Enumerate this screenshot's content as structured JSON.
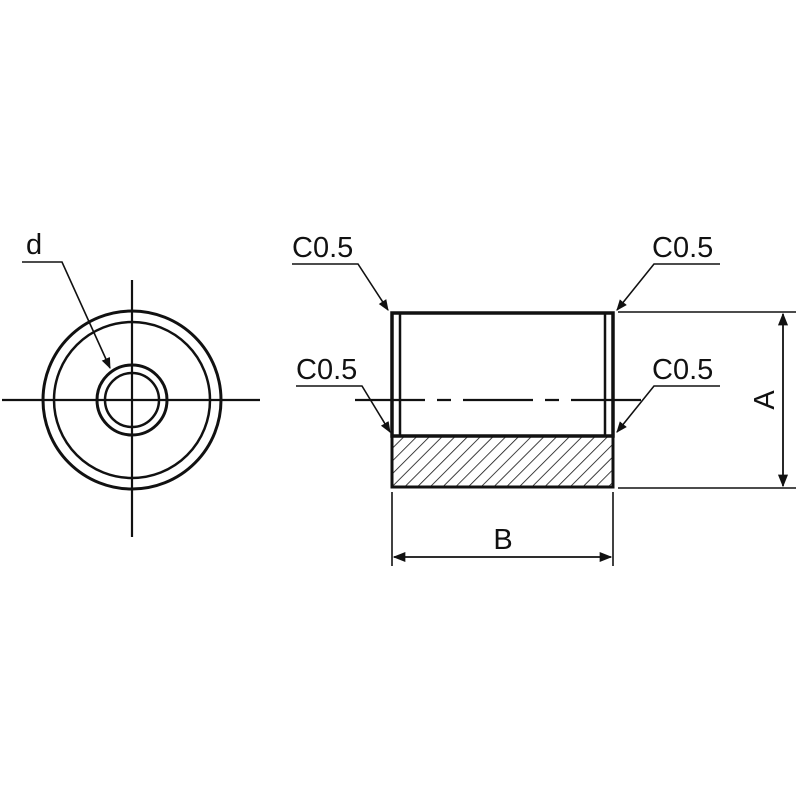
{
  "labels": {
    "bore_diameter": "d",
    "chamfer_top_left": "C0.5",
    "chamfer_top_right": "C0.5",
    "chamfer_bottom_left": "C0.5",
    "chamfer_bottom_right": "C0.5",
    "height_dimension": "A",
    "width_dimension": "B"
  },
  "colors": {
    "line": "#111111",
    "background": "#ffffff"
  }
}
